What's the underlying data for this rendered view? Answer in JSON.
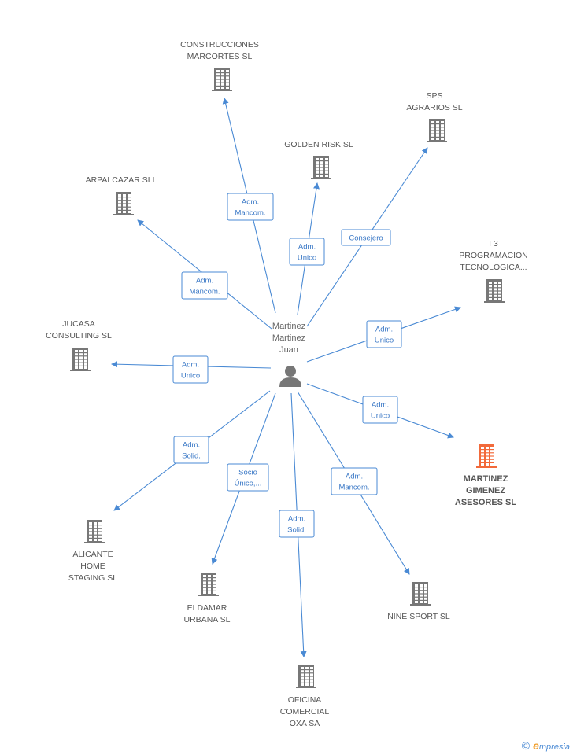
{
  "center": {
    "label_lines": [
      "Martinez",
      "Martinez",
      "Juan"
    ],
    "icon": "person-icon"
  },
  "colors": {
    "edge": "#4a8ad4",
    "building": "#777777",
    "highlight": "#f26a3b"
  },
  "nodes": [
    {
      "id": "construcciones",
      "label_lines": [
        "CONSTRUCCIONES",
        "MARCORTES SL"
      ],
      "relation_lines": [
        "Adm.",
        "Mancom."
      ],
      "highlight": false
    },
    {
      "id": "golden",
      "label_lines": [
        "GOLDEN RISK SL"
      ],
      "relation_lines": [
        "Adm.",
        "Unico"
      ],
      "highlight": false
    },
    {
      "id": "sps",
      "label_lines": [
        "SPS",
        "AGRARIOS SL"
      ],
      "relation_lines": [
        "Consejero"
      ],
      "highlight": false
    },
    {
      "id": "arpalcazar",
      "label_lines": [
        "ARPALCAZAR SLL"
      ],
      "relation_lines": [
        "Adm.",
        "Mancom."
      ],
      "highlight": false
    },
    {
      "id": "i3",
      "label_lines": [
        "I 3",
        "PROGRAMACION",
        "TECNOLOGICA..."
      ],
      "relation_lines": [
        "Adm.",
        "Unico"
      ],
      "highlight": false
    },
    {
      "id": "jucasa",
      "label_lines": [
        "JUCASA",
        "CONSULTING SL"
      ],
      "relation_lines": [
        "Adm.",
        "Unico"
      ],
      "highlight": false
    },
    {
      "id": "martinez",
      "label_lines": [
        "MARTINEZ",
        "GIMENEZ",
        "ASESORES SL"
      ],
      "relation_lines": [
        "Adm.",
        "Unico"
      ],
      "highlight": true
    },
    {
      "id": "alicante",
      "label_lines": [
        "ALICANTE",
        "HOME",
        "STAGING  SL"
      ],
      "relation_lines": [
        "Adm.",
        "Solid."
      ],
      "highlight": false
    },
    {
      "id": "eldamar",
      "label_lines": [
        "ELDAMAR",
        "URBANA SL"
      ],
      "relation_lines": [
        "Socio",
        "Único,..."
      ],
      "highlight": false
    },
    {
      "id": "oficina",
      "label_lines": [
        "OFICINA",
        "COMERCIAL",
        "OXA SA"
      ],
      "relation_lines": [
        "Adm.",
        "Solid."
      ],
      "highlight": false
    },
    {
      "id": "nine",
      "label_lines": [
        "NINE SPORT SL"
      ],
      "relation_lines": [
        "Adm.",
        "Mancom."
      ],
      "highlight": false
    }
  ],
  "footer": {
    "copyright": "©",
    "brand_initial": "e",
    "brand_rest": "mpresia"
  }
}
